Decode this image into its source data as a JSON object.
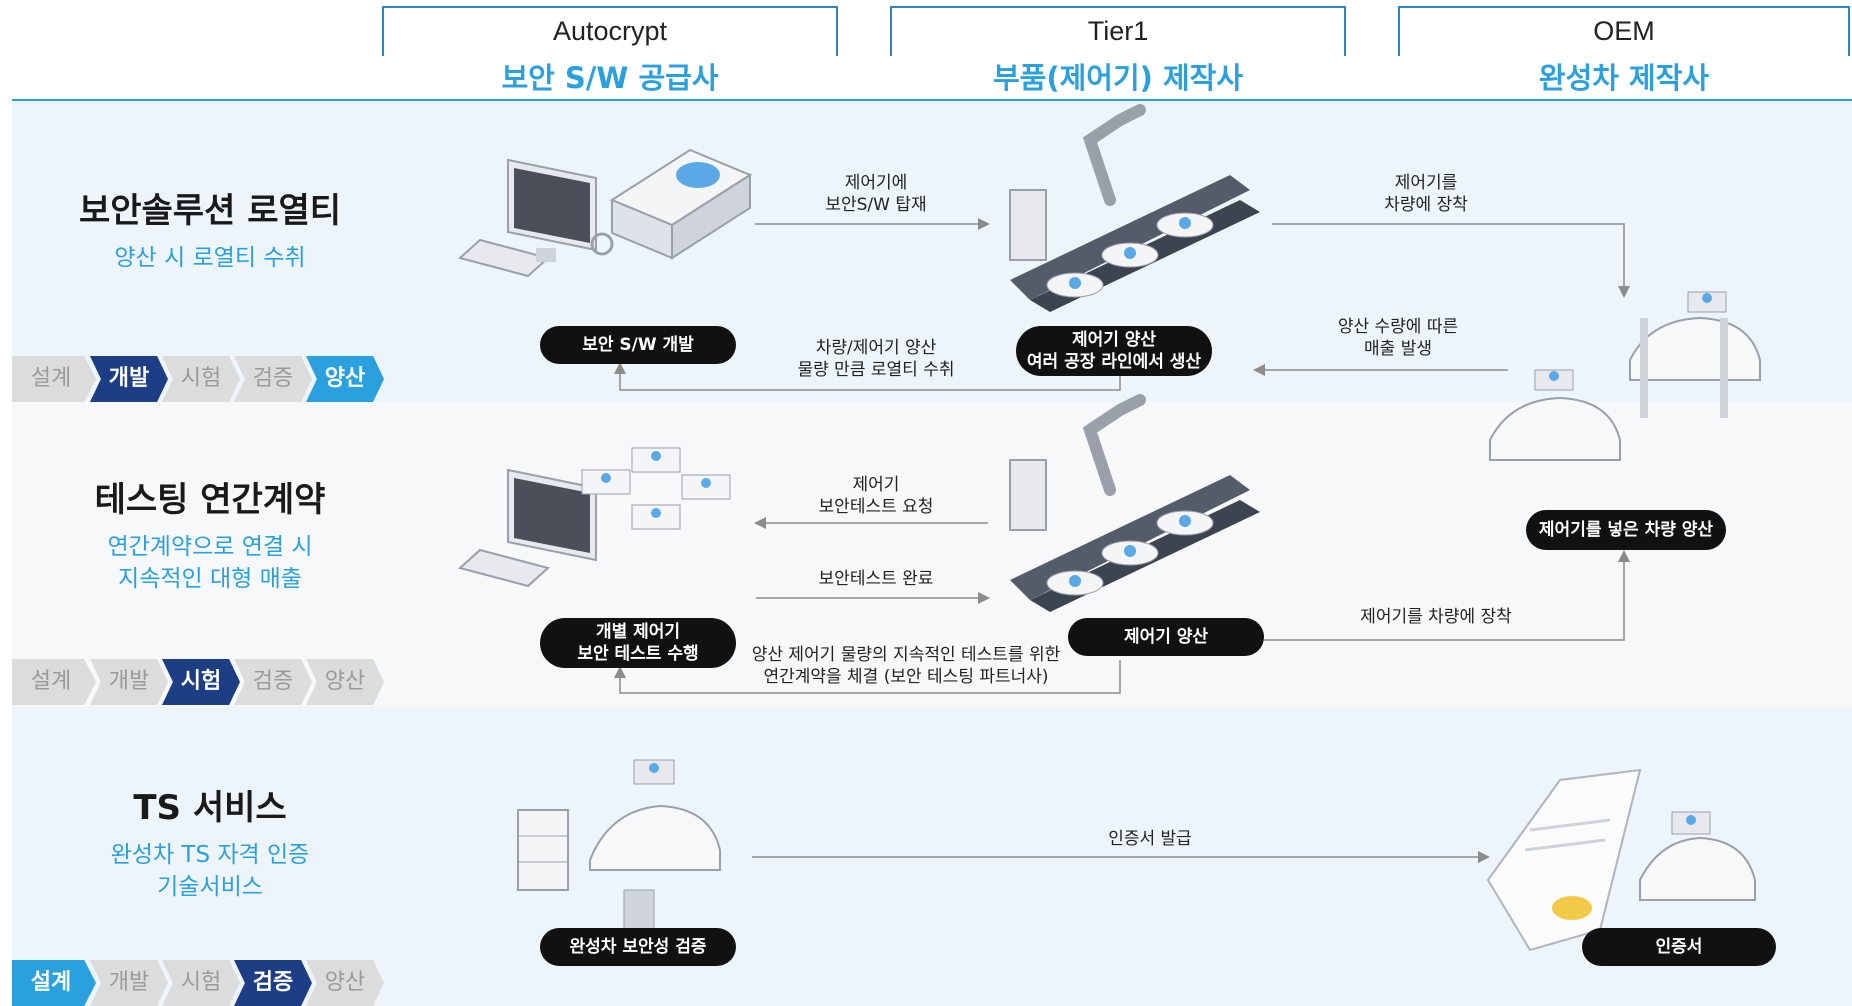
{
  "columns": [
    {
      "en": "Autocrypt",
      "ko": "보안 S/W 공급사"
    },
    {
      "en": "Tier1",
      "ko": "부품(제어기) 제작사"
    },
    {
      "en": "OEM",
      "ko": "완성차 제작사"
    }
  ],
  "rows": [
    {
      "title": "보안솔루션 로열티",
      "subtitle": [
        "양산 시 로열티 수취"
      ]
    },
    {
      "title": "테스팅 연간계약",
      "subtitle": [
        "연간계약으로 연결 시",
        "지속적인 대형 매출"
      ]
    },
    {
      "title": "TS 서비스",
      "subtitle": [
        "완성차 TS 자격 인증",
        "기술서비스"
      ]
    }
  ],
  "steps": [
    "설계",
    "개발",
    "시험",
    "검증",
    "양산"
  ],
  "pills": {
    "sw_dev": "보안 S/W 개발",
    "mass_line": [
      "제어기 양산",
      "여러 공장 라인에서 생산"
    ],
    "vehicle_mass": "제어기를 넣은 차량 양산",
    "individual_test": [
      "개별 제어기",
      "보안 테스트 수행"
    ],
    "ecu_mass": "제어기 양산",
    "vehicle_verify": "완성차 보안성 검증",
    "certificate": "인증서"
  },
  "arrows": {
    "mount_sw": [
      "제어기에",
      "보안S/W 탑재"
    ],
    "install_vehicle": [
      "제어기를",
      "차량에 장착"
    ],
    "royalty": [
      "차량/제어기 양산",
      "물량 만큼 로열티 수취"
    ],
    "sales": [
      "양산 수량에 따른",
      "매출 발생"
    ],
    "test_request": [
      "제어기",
      "보안테스트 요청"
    ],
    "test_done": "보안테스트 완료",
    "install_vehicle2": "제어기를 차량에 장착",
    "annual_contract": [
      "양산 제어기 물량의 지속적인 테스트를 위한",
      "연간계약을 체결 (보안 테스팅 파트너사)"
    ],
    "cert_issue": "인증서 발급"
  },
  "colors": {
    "dark_blue": "#1d3e85",
    "light_blue": "#2ba0de",
    "inactive": "#dcdcdc",
    "pill": "#111111"
  }
}
